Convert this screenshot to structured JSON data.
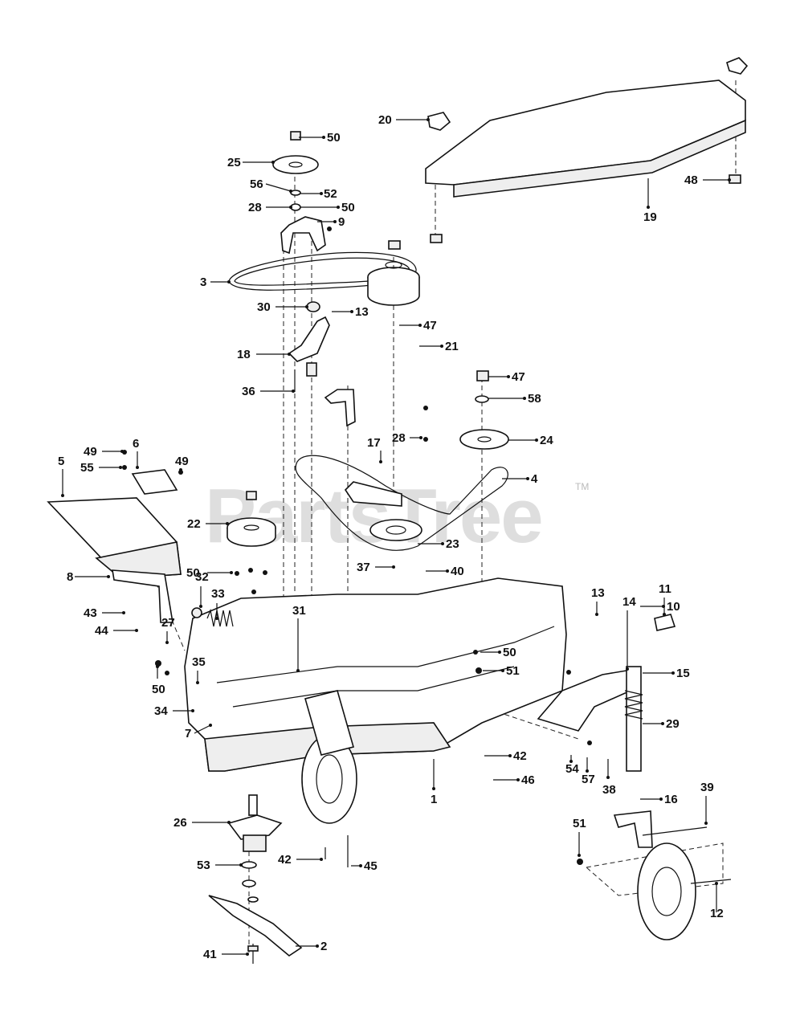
{
  "watermark": {
    "text": "PartsTree",
    "trademark": "TM"
  },
  "callouts": [
    {
      "key": "c50a",
      "label": "50"
    },
    {
      "key": "c25",
      "label": "25"
    },
    {
      "key": "c56",
      "label": "56"
    },
    {
      "key": "c52",
      "label": "52"
    },
    {
      "key": "c28a",
      "label": "28"
    },
    {
      "key": "c50b",
      "label": "50"
    },
    {
      "key": "c9",
      "label": "9"
    },
    {
      "key": "c3",
      "label": "3"
    },
    {
      "key": "c30",
      "label": "30"
    },
    {
      "key": "c13a",
      "label": "13"
    },
    {
      "key": "c18",
      "label": "18"
    },
    {
      "key": "c36",
      "label": "36"
    },
    {
      "key": "c47a",
      "label": "47"
    },
    {
      "key": "c21",
      "label": "21"
    },
    {
      "key": "c47b",
      "label": "47"
    },
    {
      "key": "c58",
      "label": "58"
    },
    {
      "key": "c28b",
      "label": "28"
    },
    {
      "key": "c24",
      "label": "24"
    },
    {
      "key": "c17",
      "label": "17"
    },
    {
      "key": "c4",
      "label": "4"
    },
    {
      "key": "c20",
      "label": "20"
    },
    {
      "key": "c48",
      "label": "48"
    },
    {
      "key": "c19",
      "label": "19"
    },
    {
      "key": "c5",
      "label": "5"
    },
    {
      "key": "c6",
      "label": "6"
    },
    {
      "key": "c49a",
      "label": "49"
    },
    {
      "key": "c49b",
      "label": "49"
    },
    {
      "key": "c55",
      "label": "55"
    },
    {
      "key": "c22",
      "label": "22"
    },
    {
      "key": "c23",
      "label": "23"
    },
    {
      "key": "c37",
      "label": "37"
    },
    {
      "key": "c40",
      "label": "40"
    },
    {
      "key": "c8",
      "label": "8"
    },
    {
      "key": "c50c",
      "label": "50"
    },
    {
      "key": "c43",
      "label": "43"
    },
    {
      "key": "c44",
      "label": "44"
    },
    {
      "key": "c32",
      "label": "32"
    },
    {
      "key": "c33",
      "label": "33"
    },
    {
      "key": "c31",
      "label": "31"
    },
    {
      "key": "c27",
      "label": "27"
    },
    {
      "key": "c35",
      "label": "35"
    },
    {
      "key": "c50d",
      "label": "50"
    },
    {
      "key": "c34",
      "label": "34"
    },
    {
      "key": "c7",
      "label": "7"
    },
    {
      "key": "c11",
      "label": "11"
    },
    {
      "key": "c13b",
      "label": "13"
    },
    {
      "key": "c14",
      "label": "14"
    },
    {
      "key": "c10",
      "label": "10"
    },
    {
      "key": "c15",
      "label": "15"
    },
    {
      "key": "c50e",
      "label": "50"
    },
    {
      "key": "c51a",
      "label": "51"
    },
    {
      "key": "c29",
      "label": "29"
    },
    {
      "key": "c42a",
      "label": "42"
    },
    {
      "key": "c46",
      "label": "46"
    },
    {
      "key": "c54",
      "label": "54"
    },
    {
      "key": "c57",
      "label": "57"
    },
    {
      "key": "c38",
      "label": "38"
    },
    {
      "key": "c1",
      "label": "1"
    },
    {
      "key": "c16",
      "label": "16"
    },
    {
      "key": "c39",
      "label": "39"
    },
    {
      "key": "c26",
      "label": "26"
    },
    {
      "key": "c51b",
      "label": "51"
    },
    {
      "key": "c53",
      "label": "53"
    },
    {
      "key": "c42b",
      "label": "42"
    },
    {
      "key": "c45",
      "label": "45"
    },
    {
      "key": "c12",
      "label": "12"
    },
    {
      "key": "c41",
      "label": "41"
    },
    {
      "key": "c2",
      "label": "2"
    }
  ]
}
